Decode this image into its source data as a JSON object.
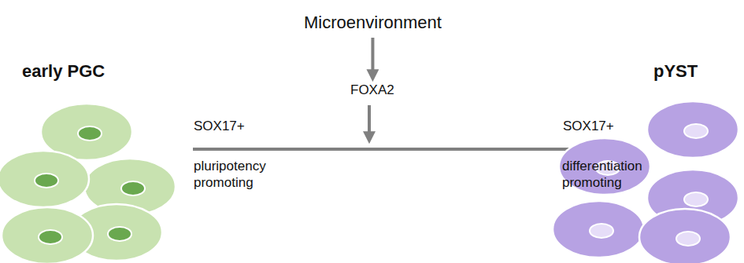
{
  "diagram": {
    "nodes": [
      {
        "text": [
          "early PGC"
        ]
      },
      {
        "text": [
          "Microenvironment"
        ]
      },
      {
        "text": [
          "FOXA2"
        ]
      },
      {
        "text": [
          "pYST"
        ]
      }
    ],
    "edges": [
      {
        "from": 1,
        "to": 2,
        "arrow": "to"
      },
      {
        "from": 0,
        "to": 3,
        "arrow": "to"
      }
    ],
    "labels": [
      "SOX17+",
      "pluripotency promoting",
      "SOX17+",
      "differentiation promoting"
    ]
  }
}
